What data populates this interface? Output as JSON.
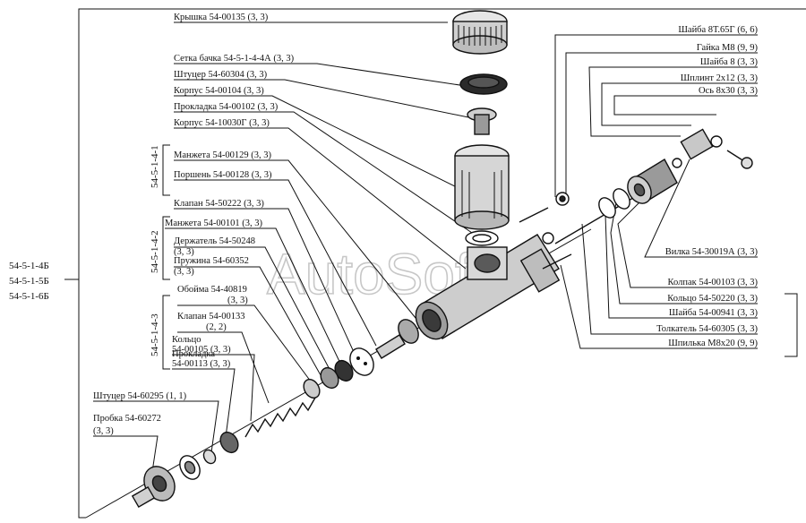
{
  "title_groups": {
    "main": [
      "54-5-1-4Б",
      "54-5-1-5Б",
      "54-5-1-6Б"
    ],
    "g1": "54-5-1-4-1",
    "g2": "54-5-1-4-2",
    "g3": "54-5-1-4-3"
  },
  "labels": {
    "kryshka": "Крышка 54-00135 (3, 3)",
    "setka": "Сетка бачка 54-5-1-4-4А (3, 3)",
    "shtucer1": "Штуцер 54-60304 (3, 3)",
    "korpus1": "Корпус 54-00104 (3, 3)",
    "prokladka1": "Прокладка 54-00102 (3, 3)",
    "korpus2": "Корпус 54-10030Г (3, 3)",
    "manzheta1": "Манжета 54-00129 (3, 3)",
    "porshen": "Поршень 54-00128 (3, 3)",
    "klapan1": "Клапан 54-50222 (3, 3)",
    "manzheta2": "Манжета 54-00101 (3, 3)",
    "derzhatel_a": "Держатель 54-50248",
    "derzhatel_b": "(3, 3)",
    "pruzhina_a": "Пружина 54-60352",
    "pruzhina_b": "(3, 3)",
    "oboyma_a": "Обойма 54-40819",
    "oboyma_b": "(3, 3)",
    "klapan2_a": "Клапан 54-00133",
    "klapan2_b": "(2, 2)",
    "kolco1_a": "Кольцо",
    "kolco1_b": "54-00105 (3, 3)",
    "prokladka2_a": "Прокладка",
    "prokladka2_b": "54-00113 (3, 3)",
    "shtucer2": "Штуцер 54-60295 (1, 1)",
    "probka_a": "Пробка 54-60272",
    "probka_b": "(3, 3)",
    "shayba8t": "Шайба 8Т.65Г (6, 6)",
    "gayka": "Гайка М8 (9, 9)",
    "shayba8": "Шайба 8 (3, 3)",
    "shplint": "Шплинт 2х12 (3, 3)",
    "os": "Ось 8х30 (3, 3)",
    "vilka": "Вилка 54-30019А (3, 3)",
    "kolpak": "Колпак 54-00103 (3, 3)",
    "kolco2": "Кольцо 54-50220 (3, 3)",
    "shayba2": "Шайба 54-00941 (3, 3)",
    "tolkatel": "Толкатель 54-60305 (3, 3)",
    "shpilka": "Шпилька М8х20 (9, 9)"
  },
  "watermark": "AutoSoft",
  "colors": {
    "ink": "#111111",
    "paper": "#ffffff",
    "watermark": "#9a9a9a"
  }
}
